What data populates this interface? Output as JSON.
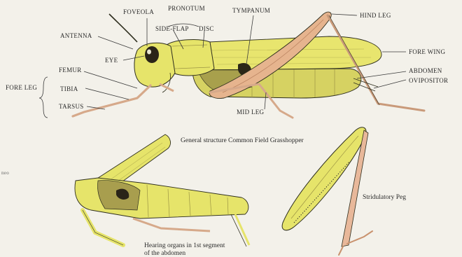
{
  "labels": {
    "foveola": "FOVEOLA",
    "pronotum": "PRONOTUM",
    "side_flap": "SIDE-FLAP",
    "disc": "DISC",
    "tympanum": "TYMPANUM",
    "hind_leg": "HIND LEG",
    "antenna": "ANTENNA",
    "eye": "EYE",
    "fore_wing": "FORE WING",
    "femur": "FEMUR",
    "fore_leg": "FORE LEG",
    "tibia": "TIBIA",
    "tarsus": "TARSUS",
    "abdomen": "ABDOMEN",
    "ovipositor": "OVIPOSITOR",
    "mid_leg": "MID LEG",
    "edge_text": "neo"
  },
  "captions": {
    "main": "General structure Common Field Grasshopper",
    "hearing_line1": "Hearing organs in 1st segment",
    "hearing_line2": "of the abdomen",
    "stridulatory": "Stridulatory Peg"
  },
  "colors": {
    "background": "#f3f1ea",
    "body_yellow": "#e6e46a",
    "leg_pink": "#e8b89a",
    "shadow_olive": "#9c9444",
    "outline": "#2e2e1e"
  }
}
